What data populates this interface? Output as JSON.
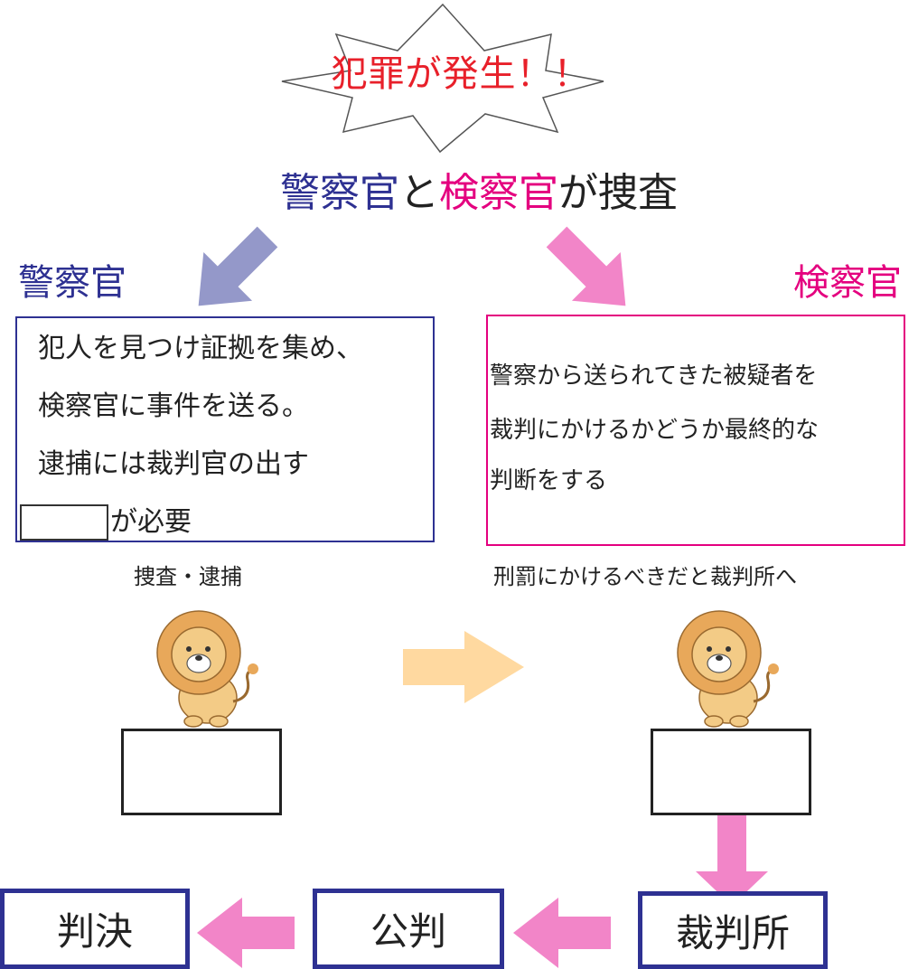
{
  "burst": {
    "text": "犯罪が発生！！"
  },
  "headline": {
    "part1": "警察官",
    "part2": "と",
    "part3": "検察官",
    "part4": "が捜査"
  },
  "police": {
    "label": "警察官",
    "lines": [
      "犯人を見つけ証拠を集め、",
      "検察官に事件を送る。",
      "逮捕には裁判官の出す"
    ],
    "blank_suffix": "が必要",
    "caption": "捜査・逮捕"
  },
  "prosecutor": {
    "label": "検察官",
    "lines": [
      "警察から送られてきた被疑者を",
      "裁判にかけるかどうか最終的な",
      "判断をする"
    ],
    "caption": "刑罰にかけるべきだと裁判所へ"
  },
  "steps": {
    "court": "裁判所",
    "trial": "公判",
    "verdict": "判決"
  },
  "colors": {
    "police": "#2e3192",
    "prosecutor": "#e4007f",
    "burst_text": "#e8202a",
    "arrow_police": "#9498c9",
    "arrow_pink": "#f285c8",
    "arrow_orange": "#ffd9a0",
    "lion_mane": "#e8a85a",
    "lion_body": "#f3cb86"
  },
  "icons": [
    "explosion-burst-icon",
    "arrow-icon",
    "lion-icon"
  ]
}
